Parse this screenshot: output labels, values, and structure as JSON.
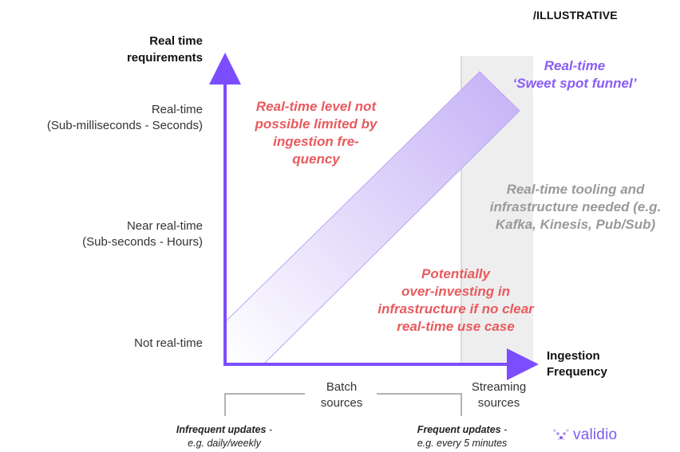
{
  "tag": "/ILLUSTRATIVE",
  "y_axis": {
    "title_line1": "Real time",
    "title_line2": "requirements",
    "levels": [
      {
        "line1": "Real-time",
        "line2": "(Sub-milliseconds - Seconds)"
      },
      {
        "line1": "Near real-time",
        "line2": "(Sub-seconds - Hours)"
      },
      {
        "line1": "Not real-time",
        "line2": ""
      }
    ]
  },
  "x_axis": {
    "title_line1": "Ingestion",
    "title_line2": "Frequency",
    "sources": [
      {
        "line1": "Batch",
        "line2": "sources"
      },
      {
        "line1": "Streaming",
        "line2": "sources"
      }
    ]
  },
  "annotations": {
    "sweet_spot_line1": "Real-time",
    "sweet_spot_line2": "‘Sweet spot funnel’",
    "not_possible": [
      "Real-time level not",
      "possible limited by",
      "ingestion fre-",
      "quency"
    ],
    "over_investing": [
      "Potentially",
      "over-investing in",
      "infrastructure if no clear",
      "real-time use case"
    ],
    "tooling": [
      "Real-time tooling and",
      "infrastructure needed (e.g.",
      "Kafka, Kinesis, Pub/Sub)"
    ]
  },
  "footnotes": {
    "left_bold": "Infrequent updates",
    "left_rest": " -",
    "left_line2": "e.g. daily/weekly",
    "right_bold": "Frequent updates",
    "right_rest": " -",
    "right_line2": "e.g. every 5 minutes"
  },
  "logo": {
    "text": "validio"
  },
  "colors": {
    "axis": "#7c4dff",
    "funnel": "#c9b8f7",
    "annotation_red": "#e85a5e",
    "annotation_purple": "#8b5cf6",
    "streaming_band": "#eeeeee"
  }
}
